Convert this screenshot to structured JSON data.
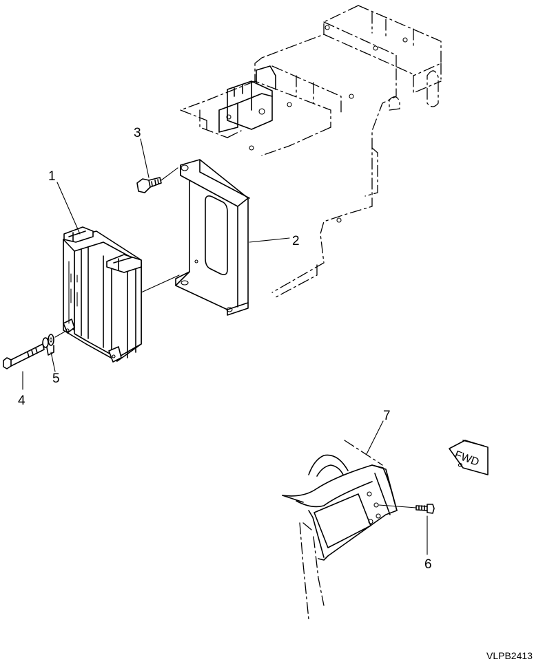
{
  "drawing": {
    "code": "VLPB2413",
    "fwd_label": "FWD",
    "callouts": [
      "1",
      "2",
      "3",
      "4",
      "5",
      "6",
      "7"
    ]
  }
}
